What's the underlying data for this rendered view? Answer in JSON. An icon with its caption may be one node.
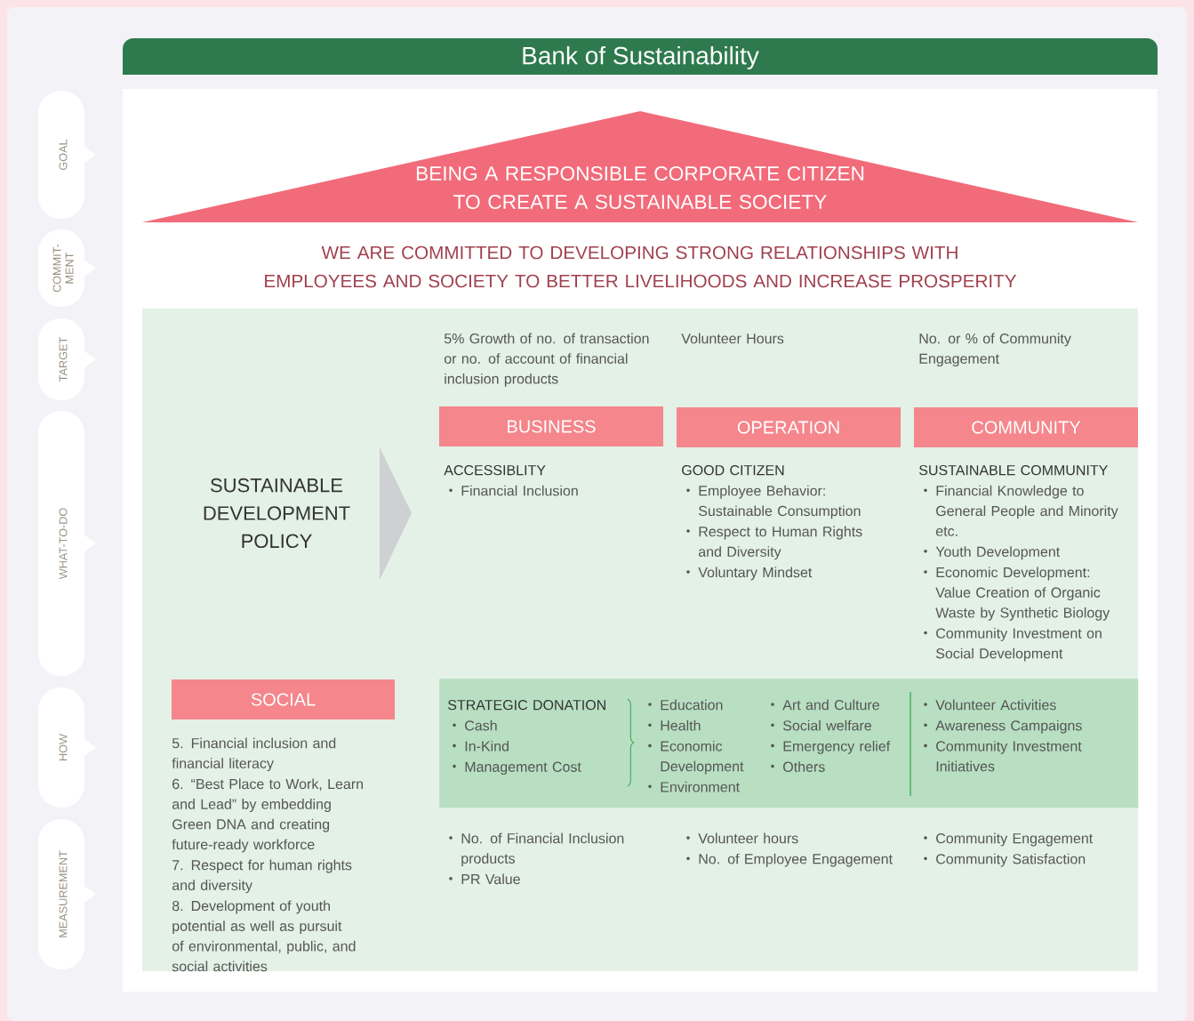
{
  "diagram": {
    "title": "Bank of Sustainability",
    "nodes": [
      {
        "text": [
          "GOAL"
        ]
      },
      {
        "text": [
          "COMMIT- MENT"
        ]
      },
      {
        "text": [
          "TARGET"
        ]
      },
      {
        "text": [
          "WHAT-TO-DO"
        ]
      },
      {
        "text": [
          "HOW"
        ]
      },
      {
        "text": [
          "MEASUREMENT"
        ]
      },
      {
        "text": [
          "BEING A RESPONSIBLE CORPORATE CITIZEN TO CREATE A SUSTAINABLE SOCIETY"
        ]
      },
      {
        "text": [
          "BUSINESS"
        ]
      },
      {
        "text": [
          "OPERATION"
        ]
      },
      {
        "text": [
          "COMMUNITY"
        ]
      },
      {
        "text": [
          "SOCIAL"
        ]
      },
      {
        "text": [
          "STRATEGIC DONATION",
          "Cash",
          "In-Kind",
          "Management Cost",
          "Education",
          "Health",
          "Economic Development",
          "Environment",
          "Art and Culture",
          "Social welfare",
          "Emergency relief",
          "Others",
          "Volunteer Activities",
          "Awareness Campaigns",
          "Community Investment Initiatives"
        ]
      }
    ],
    "labels": [
      "WE ARE COMMITTED TO DEVELOPING STRONG RELATIONSHIPS WITH EMPLOYEES AND SOCIETY TO BETTER LIVELIHOODS AND INCREASE PROSPERITY",
      "5% Growth of no. of transaction or no. of account of financial inclusion products",
      "Volunteer Hours",
      "No. or % of Community Engagement",
      "SUSTAINABLE DEVELOPMENT POLICY",
      "ACCESSIBLITY",
      "Financial Inclusion",
      "GOOD CITIZEN",
      "Employee Behavior: Sustainable Consumption",
      "Respect to Human Rights and Diversity",
      "Voluntary Mindset",
      "SUSTAINABLE COMMUNITY",
      "Financial Knowledge to General People and Minority etc.",
      "Youth Development",
      "Economic Development: Value Creation of Organic Waste by Synthetic Biology",
      "Community Investment on Social Development",
      "5. Financial inclusion and financial literacy",
      "6. “Best Place to Work, Learn and Lead” by embedding Green DNA and creating future-ready workforce",
      "7. Respect for human rights and diversity",
      "8. Development of youth potential as well as pursuit of environmental, public, and social activities",
      "No. of Financial Inclusion products",
      "PR Value",
      "Volunteer hours",
      "No. of Employee Engagement",
      "Community Engagement",
      "Community Satisfaction"
    ]
  }
}
